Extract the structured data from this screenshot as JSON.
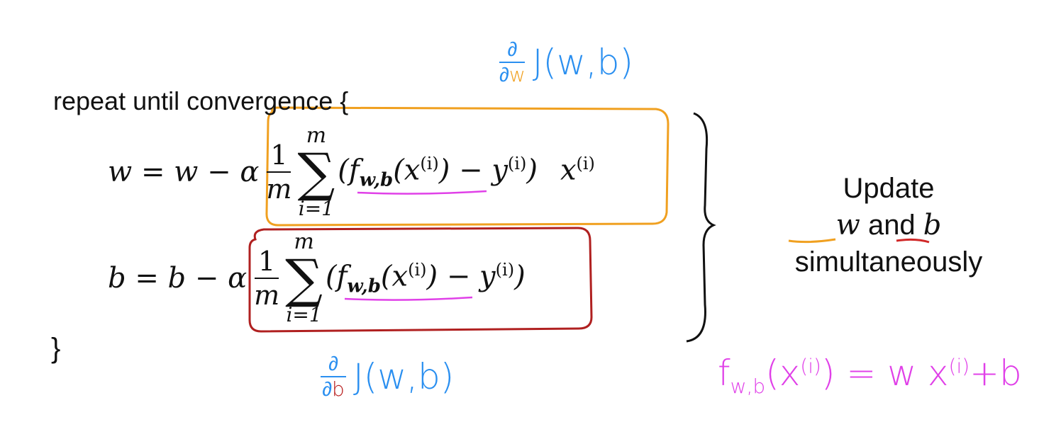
{
  "heading": "repeat until convergence {",
  "closing": "}",
  "equation_w": {
    "lhs": "w = w − α",
    "frac_num": "1",
    "frac_den": "m",
    "sum_top": "m",
    "sum_symbol": "∑",
    "sum_bottom": "i=1",
    "open": "(f",
    "sub": "w,b",
    "x_open": "(x",
    "sup_i": "(i)",
    "close_minus_y": ") − y",
    "close": ")",
    "x_term": "x"
  },
  "equation_b": {
    "lhs": "b = b − α",
    "frac_num": "1",
    "frac_den": "m",
    "sum_top": "m",
    "sum_symbol": "∑",
    "sum_bottom": "i=1",
    "open": "(f",
    "sub": "w,b",
    "x_open": "(x",
    "sup_i": "(i)",
    "close_minus_y": ") − y",
    "close": ")"
  },
  "note_dw": {
    "d_top": "∂",
    "d_bottom": "∂",
    "var": "w",
    "expr": "J(w,b)"
  },
  "note_db": {
    "d_top": "∂",
    "d_bottom": "∂",
    "var": "b",
    "expr": "J(w,b)"
  },
  "update": {
    "line1": "Update",
    "w": "w",
    "and": " and ",
    "b": "b",
    "line3": "simultaneously"
  },
  "f_definition": {
    "f": "f",
    "sub": "w,b",
    "mid": "(x",
    "sup1": "(i)",
    "eq": ") = w x",
    "sup2": "(i)",
    "tail": "+b"
  },
  "colors": {
    "orange_box": "#f0a020",
    "red_box": "#b02020",
    "magenta": "#e040e8",
    "blue": "#2a8ff0",
    "black": "#111111"
  }
}
